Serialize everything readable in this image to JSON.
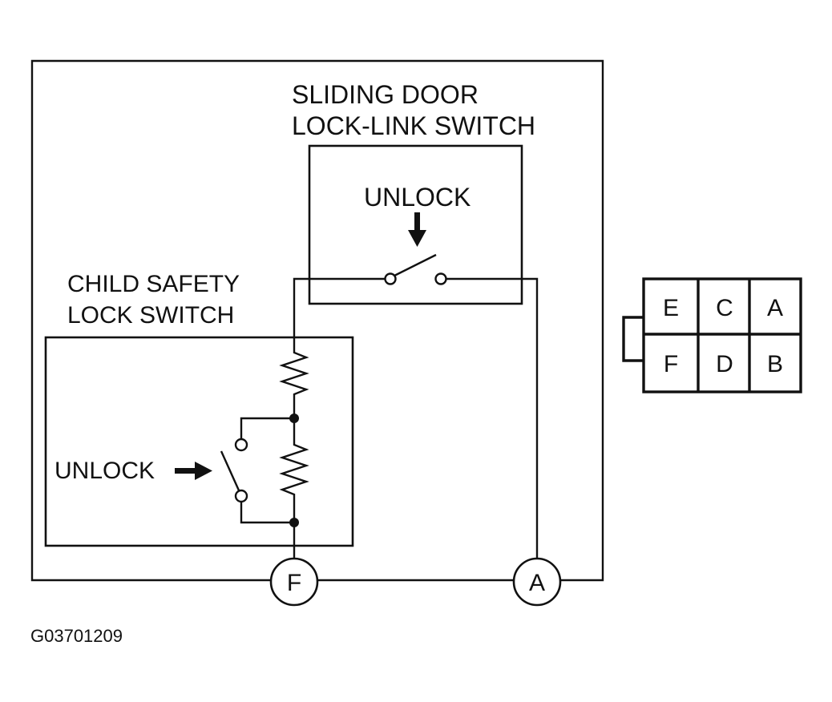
{
  "sliding_door_switch": {
    "label_line1": "SLIDING DOOR",
    "label_line2": "LOCK-LINK SWITCH",
    "unlock_label": "UNLOCK"
  },
  "child_safety_switch": {
    "label_line1": "CHILD SAFETY",
    "label_line2": "LOCK SWITCH",
    "unlock_label": "UNLOCK"
  },
  "terminals": {
    "left": "F",
    "right": "A"
  },
  "connector": {
    "cells": [
      [
        "E",
        "C",
        "A"
      ],
      [
        "F",
        "D",
        "B"
      ]
    ]
  },
  "figure_code": "G03701209"
}
